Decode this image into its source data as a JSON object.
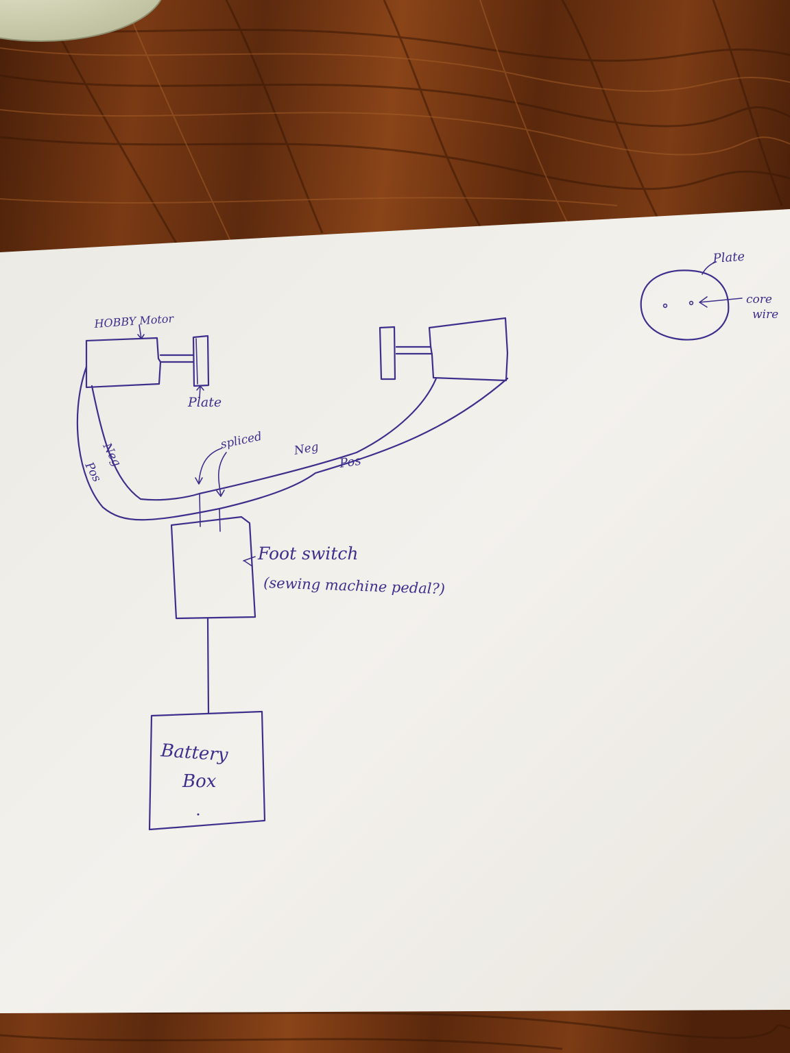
{
  "labels": {
    "hobby_motor": "HOBBY Motor",
    "plate_left": "Plate",
    "plate_detail": "Plate",
    "core_wire_line1": "core",
    "core_wire_line2": "wire",
    "neg_left": "Neg",
    "pos_left": "Pos",
    "spliced": "spliced",
    "neg_right": "Neg",
    "pos_right": "Pos",
    "foot_switch_line1": "Foot switch",
    "foot_switch_line2": "(sewing machine pedal?)",
    "battery_line1": "Battery",
    "battery_line2": "Box"
  },
  "colors": {
    "ink": "#3d2f8c",
    "paper": "#f2f0ec",
    "wood_dark": "#4a2009",
    "wood_mid": "#7a3a14",
    "wood_light": "#a0561f"
  }
}
